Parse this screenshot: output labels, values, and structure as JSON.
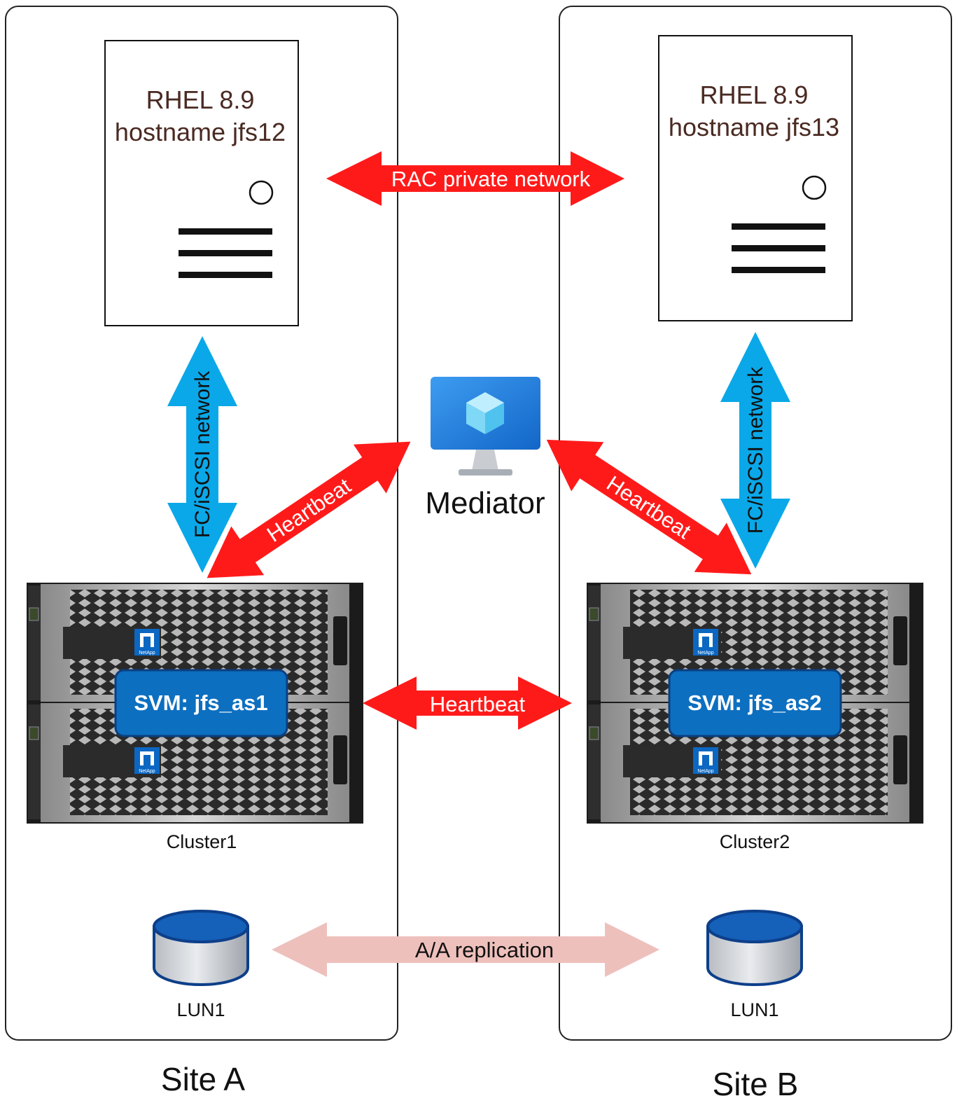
{
  "sites": [
    {
      "label": "Site A",
      "host": {
        "os": "RHEL 8.9",
        "hostname": "hostname jfs12"
      },
      "storage_network": "FC/iSCSI network",
      "svm": "SVM: jfs_as1",
      "cluster": "Cluster1",
      "lun": "LUN1",
      "brand": "NetApp"
    },
    {
      "label": "Site B",
      "host": {
        "os": "RHEL 8.9",
        "hostname": "hostname jfs13"
      },
      "storage_network": "FC/iSCSI network",
      "svm": "SVM: jfs_as2",
      "cluster": "Cluster2",
      "lun": "LUN1",
      "brand": "NetApp"
    }
  ],
  "mediator": {
    "label": "Mediator",
    "icon": "mediator-monitor-icon"
  },
  "links": {
    "rac": "RAC private network",
    "heartbeat_a": "Heartbeat",
    "heartbeat_b": "Heartbeat",
    "heartbeat_clusters": "Heartbeat",
    "replication": "A/A replication"
  },
  "colors": {
    "red_arrow": "#ff1a1a",
    "blue_arrow": "#0aa8e8",
    "replication_arrow": "#eec0bc",
    "svm_box": "#0d6fc0",
    "host_text": "#4a2a22",
    "disk_top": "#1560b8"
  }
}
